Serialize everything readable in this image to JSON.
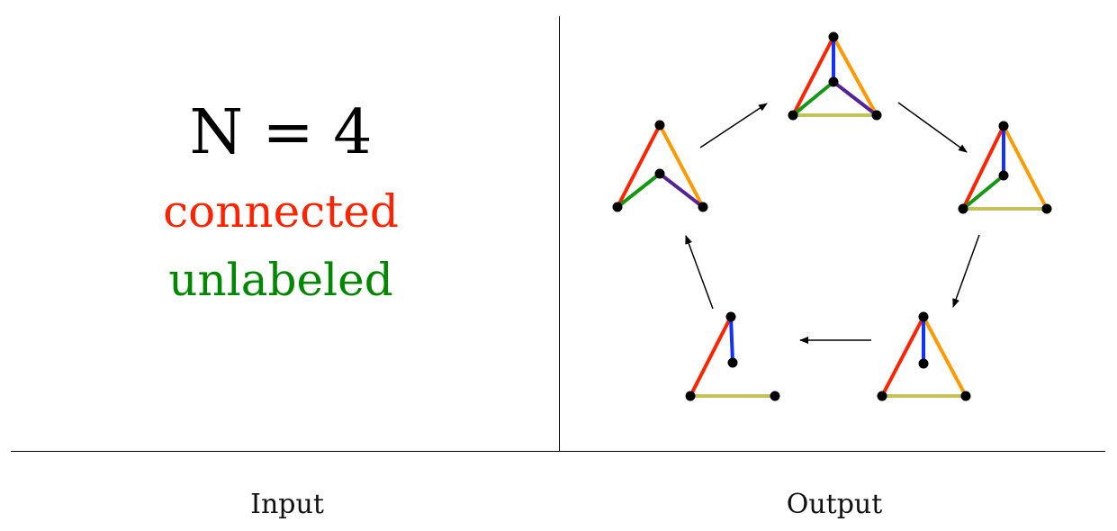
{
  "input": {
    "n_label": "N = 4",
    "keywords": [
      {
        "text": "connected",
        "color": "#ff2200"
      },
      {
        "text": "unlabeled",
        "color": "#008800"
      }
    ]
  },
  "captions": {
    "input": "Input",
    "output": "Output"
  },
  "colors": {
    "red": "#ff2200",
    "orange": "#ff9900",
    "blue": "#1133ff",
    "green": "#119911",
    "purple": "#552299",
    "olive": "#c6c25a",
    "node": "#000000",
    "arrow": "#000000"
  },
  "cycle_order": [
    "graph-top",
    "graph-right",
    "graph-bottom-right",
    "graph-bottom-left",
    "graph-left"
  ]
}
